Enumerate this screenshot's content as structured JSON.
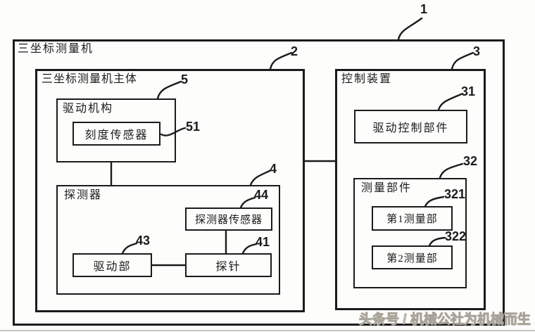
{
  "figure": {
    "boxes": {
      "cmm": {
        "ref": "1",
        "label": "三坐标测量机"
      },
      "main_body": {
        "ref": "2",
        "label": "三坐标测量机主体"
      },
      "drive_mechanism": {
        "ref": "5",
        "label": "驱动机构"
      },
      "scale_sensor": {
        "ref": "51",
        "label": "刻度传感器"
      },
      "probe": {
        "ref": "4",
        "label": "探测器"
      },
      "probe_sensor": {
        "ref": "44",
        "label": "探测器传感器"
      },
      "drive_unit": {
        "ref": "43",
        "label": "驱动部"
      },
      "stylus": {
        "ref": "41",
        "label": "探针"
      },
      "control_device": {
        "ref": "3",
        "label": "控制装置"
      },
      "drive_control_unit": {
        "ref": "31",
        "label": "驱动控制部件"
      },
      "measurement_unit": {
        "ref": "32",
        "label": "测量部件"
      },
      "first_measurement": {
        "ref": "321",
        "label": "第1测量部"
      },
      "second_measurement": {
        "ref": "322",
        "label": "第2测量部"
      }
    },
    "colors": {
      "line": "#1b1b1b",
      "background": "#fdfdfc",
      "watermark": "#a9a399"
    }
  },
  "watermark": {
    "text": "头条号 / 机械公社为机械而生"
  }
}
